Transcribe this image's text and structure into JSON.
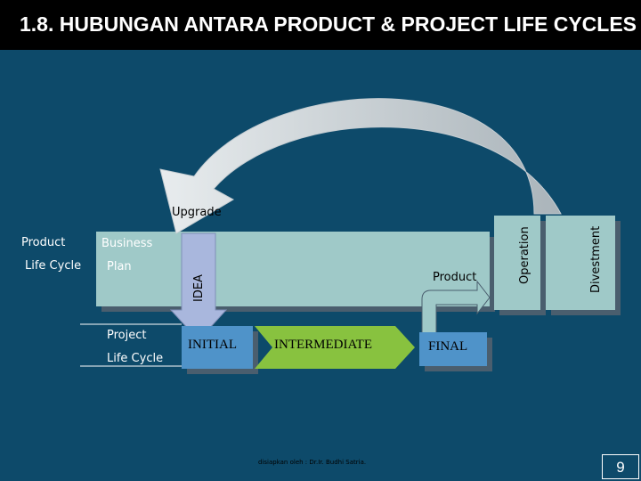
{
  "slide": {
    "title": "1.8.  HUBUNGAN ANTARA PRODUCT & PROJECT LIFE CYCLES",
    "page_number": "9",
    "credit": "disiapkan oleh : Dr.Ir. Budhi Satria."
  },
  "product_life_cycle": {
    "label_line1": "Product",
    "label_line2": "Life Cycle",
    "business_plan_line1": "Business",
    "business_plan_line2": "Plan",
    "idea": "IDEA",
    "product": "Product",
    "operation": "Operation",
    "divestment": "Divestment",
    "upgrade": "Upgrade"
  },
  "project_life_cycle": {
    "label_line1": "Project",
    "label_line2": "Life Cycle",
    "phases": [
      "INITIAL",
      "INTERMEDIATE",
      "FINAL"
    ]
  },
  "colors": {
    "background": "#0d4a6a",
    "title_bar": "#000000",
    "box_light": "#9fc9c8",
    "box_shadow": "#4a5e6e",
    "arrow_green": "#88c23f",
    "box_blue": "#4f93c9",
    "curve_arrow": "#d9dfe2",
    "idea_arrow": "#a9b7dd"
  }
}
